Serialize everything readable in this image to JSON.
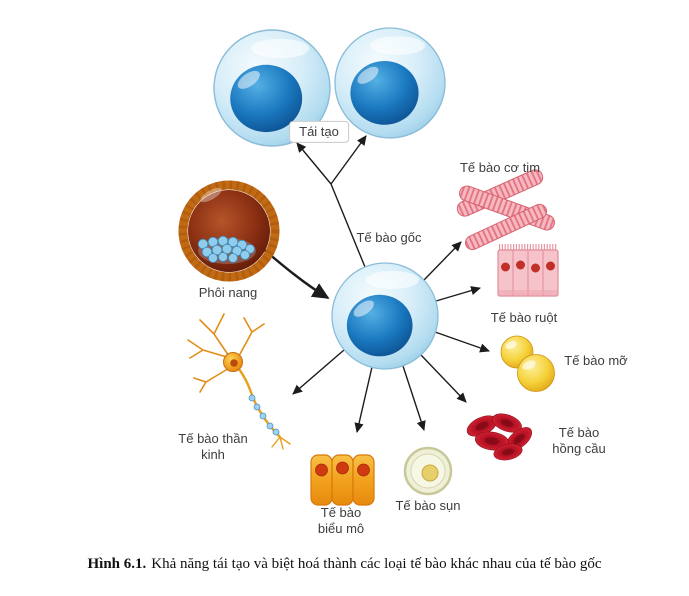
{
  "figure": {
    "caption_label": "Hình 6.1.",
    "caption_text": "Khả năng tái tạo và biệt hoá thành các loại tế bào khác nhau của tế bào gốc"
  },
  "labels": {
    "regeneration": "Tái tạo",
    "stem_cell": "Tế bào gốc",
    "blastocyst": "Phôi nang",
    "cardiac_muscle_cell": "Tế bào cơ tim",
    "intestinal_cell": "Tế bào ruột",
    "fat_cell": "Tế bào mỡ",
    "red_blood_cell": "Tế bào hồng cầu",
    "cartilage_cell": "Tế bào sụn",
    "epithelial_cell": "Tế bào biểu mô",
    "nerve_cell": "Tế bào thần kinh"
  },
  "colors": {
    "stem_cell_body": "#cde9f6",
    "stem_cell_nucleus": "#1470b8",
    "blastocyst_ring": "#c06a14",
    "blastocyst_core": "#7a2410",
    "cardiac_pink": "#f6b9c1",
    "intestine_pink": "#f7c3ca",
    "fat_yellow": "#f6d23a",
    "rbc_red": "#c01528",
    "cartilage_cream": "#f7f7e6",
    "epithelial_orange": "#f2a21e",
    "neuron_orange": "#ef9c1c",
    "arrow": "#1c1c1c"
  }
}
